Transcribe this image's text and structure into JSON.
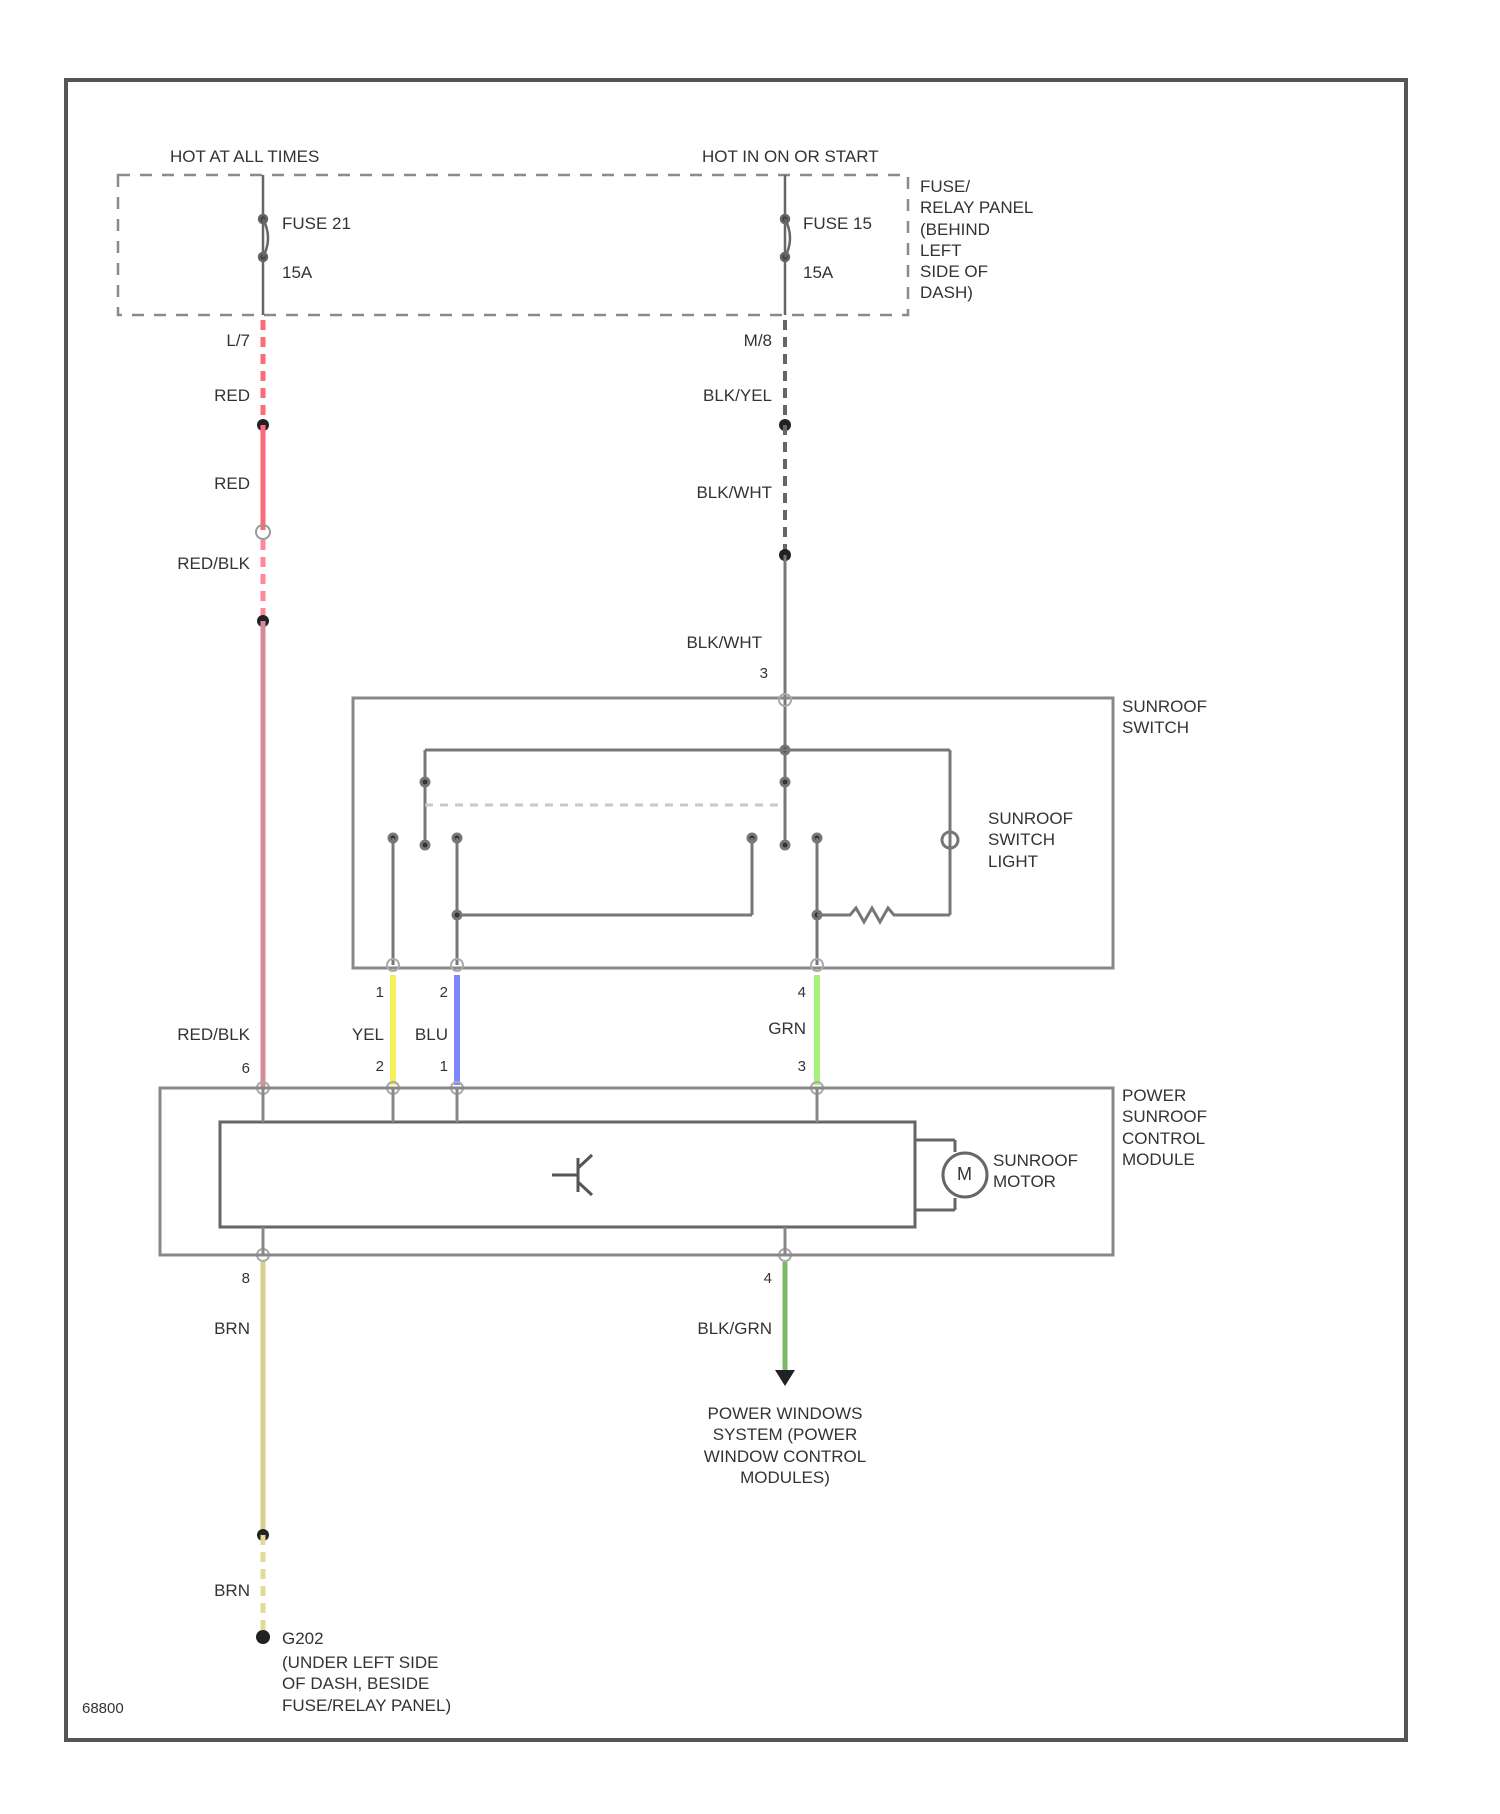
{
  "colors": {
    "frame": "#555555",
    "wire_default": "#777777",
    "wire_red": "#ff6a7a",
    "wire_red_blk": "#d88a94",
    "wire_yel": "#f5f05a",
    "wire_blu": "#7b86ff",
    "wire_grn": "#a8f07a",
    "wire_brn": "#d8cf8e",
    "wire_blk_grn": "#7ab96a"
  },
  "power_sources": {
    "left_label": "HOT AT ALL TIMES",
    "right_label": "HOT IN ON OR START",
    "panel_label": "FUSE/\nRELAY PANEL\n(BEHIND\nLEFT\nSIDE OF\nDASH)",
    "fuse_left_name": "FUSE 21",
    "fuse_left_rating": "15A",
    "fuse_right_name": "FUSE 15",
    "fuse_right_rating": "15A"
  },
  "left_circuit": {
    "conn_label": "L/7",
    "wire1": "RED",
    "wire2": "RED",
    "wire3": "RED/BLK",
    "wire4": "RED/BLK",
    "pin_module": "6"
  },
  "right_circuit": {
    "conn_label": "M/8",
    "wire1": "BLK/YEL",
    "wire2": "BLK/WHT",
    "wire3": "BLK/WHT",
    "pin_switch_top": "3"
  },
  "sunroof_switch": {
    "label": "SUNROOF\nSWITCH",
    "light_label": "SUNROOF\nSWITCH\nLIGHT"
  },
  "connecting_wires": {
    "yel_label": "YEL",
    "blu_label": "BLU",
    "grn_label": "GRN",
    "pin_yel_top": "1",
    "pin_blu_top": "2",
    "pin_grn_top": "4",
    "pin_yel_bottom": "2",
    "pin_blu_bottom": "1",
    "pin_grn_bottom": "3"
  },
  "control_module": {
    "label": "POWER\nSUNROOF\nCONTROL\nMODULE",
    "motor_label": "SUNROOF\nMOTOR",
    "motor_symbol": "M"
  },
  "bottom": {
    "pin_left": "8",
    "pin_right": "4",
    "wire_left1": "BRN",
    "wire_left2": "BRN",
    "wire_right": "BLK/GRN",
    "destination": "POWER WINDOWS\nSYSTEM (POWER\nWINDOW CONTROL\nMODULES)",
    "ground_id": "G202",
    "ground_desc": "(UNDER LEFT SIDE\nOF DASH, BESIDE\nFUSE/RELAY PANEL)"
  },
  "diagram_id": "68800"
}
